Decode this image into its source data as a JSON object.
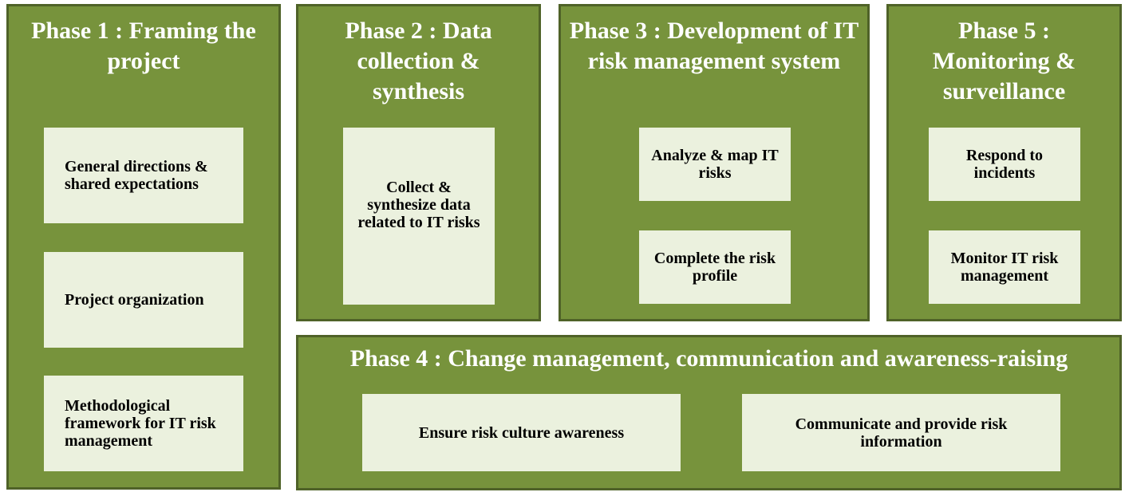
{
  "colors": {
    "phase_fill": "#77933c",
    "phase_border": "#4f6228",
    "box_fill": "#ebf1de",
    "title_text": "#ffffff"
  },
  "phase1": {
    "title": "Phase 1 : Framing the project",
    "boxes": [
      "General directions & shared expectations",
      "Project organization",
      "Methodological framework for IT risk management"
    ]
  },
  "phase2": {
    "title": "Phase 2 : Data collection & synthesis",
    "boxes": [
      "Collect & synthesize data related to IT risks"
    ]
  },
  "phase3": {
    "title": "Phase 3 : Development of IT risk management system",
    "boxes": [
      "Analyze & map IT risks",
      "Complete the risk profile"
    ]
  },
  "phase5": {
    "title": "Phase 5 : Monitoring & surveillance",
    "boxes": [
      "Respond to incidents",
      "Monitor IT risk management"
    ]
  },
  "phase4": {
    "title": "Phase 4 : Change management, communication and awareness-raising",
    "boxes": [
      "Ensure risk culture awareness",
      "Communicate and provide risk information"
    ]
  }
}
